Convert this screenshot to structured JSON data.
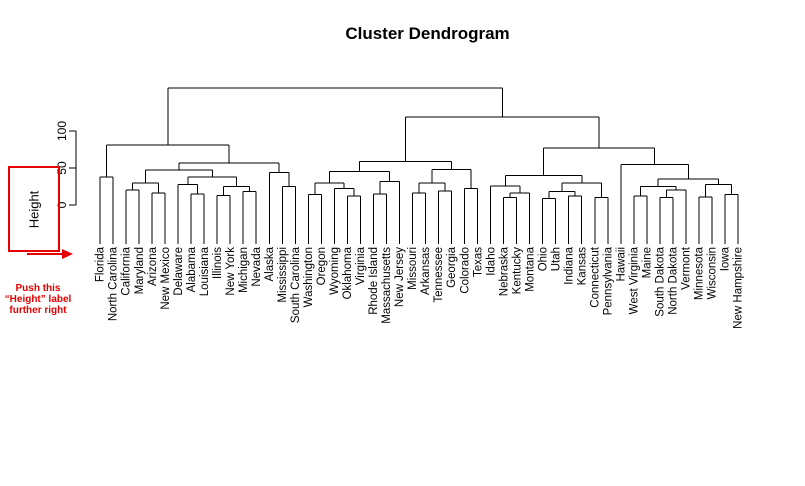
{
  "chart_data": {
    "type": "dendrogram",
    "title": "Cluster Dendrogram",
    "ylabel": "Height",
    "yticks": [
      0,
      50,
      100
    ],
    "ylim": [
      0,
      160
    ],
    "grid": false,
    "leaf_order": [
      "Florida",
      "North Carolina",
      "California",
      "Maryland",
      "Arizona",
      "New Mexico",
      "Delaware",
      "Alabama",
      "Louisiana",
      "Illinois",
      "New York",
      "Michigan",
      "Nevada",
      "Alaska",
      "Mississippi",
      "South Carolina",
      "Washington",
      "Oregon",
      "Wyoming",
      "Oklahoma",
      "Virginia",
      "Rhode Island",
      "Massachusetts",
      "New Jersey",
      "Missouri",
      "Arkansas",
      "Tennessee",
      "Georgia",
      "Colorado",
      "Texas",
      "Idaho",
      "Nebraska",
      "Kentucky",
      "Montana",
      "Ohio",
      "Utah",
      "Indiana",
      "Kansas",
      "Connecticut",
      "Pennsylvania",
      "Hawaii",
      "West Virginia",
      "Maine",
      "South Dakota",
      "North Dakota",
      "Vermont",
      "Minnesota",
      "Wisconsin",
      "Iowa",
      "New Hampshire"
    ],
    "tree": {
      "h": 158,
      "c": [
        {
          "h": 81,
          "c": [
            {
              "h": 38,
              "c": [
                "Florida",
                "North Carolina"
              ]
            },
            {
              "h": 57,
              "c": [
                {
                  "h": 47,
                  "c": [
                    {
                      "h": 30,
                      "c": [
                        {
                          "h": 20,
                          "c": [
                            "California",
                            "Maryland"
                          ]
                        },
                        {
                          "h": 16,
                          "c": [
                            "Arizona",
                            "New Mexico"
                          ]
                        }
                      ]
                    },
                    {
                      "h": 38,
                      "c": [
                        {
                          "h": 28,
                          "c": [
                            "Delaware",
                            {
                              "h": 15,
                              "c": [
                                "Alabama",
                                "Louisiana"
                              ]
                            }
                          ]
                        },
                        {
                          "h": 25,
                          "c": [
                            {
                              "h": 13,
                              "c": [
                                "Illinois",
                                "New York"
                              ]
                            },
                            {
                              "h": 18,
                              "c": [
                                "Michigan",
                                "Nevada"
                              ]
                            }
                          ]
                        }
                      ]
                    }
                  ]
                },
                {
                  "h": 44,
                  "c": [
                    "Alaska",
                    {
                      "h": 25,
                      "c": [
                        "Mississippi",
                        "South Carolina"
                      ]
                    }
                  ]
                }
              ]
            }
          ]
        },
        {
          "h": 119,
          "c": [
            {
              "h": 59,
              "c": [
                {
                  "h": 45,
                  "c": [
                    {
                      "h": 30,
                      "c": [
                        {
                          "h": 14,
                          "c": [
                            "Washington",
                            "Oregon"
                          ]
                        },
                        {
                          "h": 22,
                          "c": [
                            "Wyoming",
                            {
                              "h": 12,
                              "c": [
                                "Oklahoma",
                                "Virginia"
                              ]
                            }
                          ]
                        }
                      ]
                    },
                    {
                      "h": 32,
                      "c": [
                        {
                          "h": 15,
                          "c": [
                            "Rhode Island",
                            "Massachusetts"
                          ]
                        },
                        "New Jersey"
                      ]
                    }
                  ]
                },
                {
                  "h": 48,
                  "c": [
                    {
                      "h": 30,
                      "c": [
                        {
                          "h": 16,
                          "c": [
                            "Missouri",
                            "Arkansas"
                          ]
                        },
                        {
                          "h": 19,
                          "c": [
                            "Tennessee",
                            "Georgia"
                          ]
                        }
                      ]
                    },
                    {
                      "h": 22,
                      "c": [
                        "Colorado",
                        "Texas"
                      ]
                    }
                  ]
                }
              ]
            },
            {
              "h": 77,
              "c": [
                {
                  "h": 40,
                  "c": [
                    {
                      "h": 26,
                      "c": [
                        "Idaho",
                        {
                          "h": 16,
                          "c": [
                            {
                              "h": 10,
                              "c": [
                                "Nebraska",
                                "Kentucky"
                              ]
                            },
                            "Montana"
                          ]
                        }
                      ]
                    },
                    {
                      "h": 30,
                      "c": [
                        {
                          "h": 18,
                          "c": [
                            {
                              "h": 9,
                              "c": [
                                "Ohio",
                                "Utah"
                              ]
                            },
                            {
                              "h": 12,
                              "c": [
                                "Indiana",
                                "Kansas"
                              ]
                            }
                          ]
                        },
                        {
                          "h": 10,
                          "c": [
                            "Connecticut",
                            "Pennsylvania"
                          ]
                        }
                      ]
                    }
                  ]
                },
                {
                  "h": 55,
                  "c": [
                    "Hawaii",
                    {
                      "h": 35,
                      "c": [
                        {
                          "h": 25,
                          "c": [
                            {
                              "h": 12,
                              "c": [
                                "West Virginia",
                                "Maine"
                              ]
                            },
                            {
                              "h": 20,
                              "c": [
                                {
                                  "h": 10,
                                  "c": [
                                    "South Dakota",
                                    "North Dakota"
                                  ]
                                },
                                "Vermont"
                              ]
                            }
                          ]
                        },
                        {
                          "h": 28,
                          "c": [
                            {
                              "h": 11,
                              "c": [
                                "Minnesota",
                                "Wisconsin"
                              ]
                            },
                            {
                              "h": 14,
                              "c": [
                                "Iowa",
                                "New Hampshire"
                              ]
                            }
                          ]
                        }
                      ]
                    }
                  ]
                }
              ]
            }
          ]
        }
      ]
    }
  },
  "annotation": {
    "color": "#e60000",
    "arrow_direction": "right",
    "note_lines": [
      "Push this",
      "“Height” label",
      "further right"
    ]
  }
}
